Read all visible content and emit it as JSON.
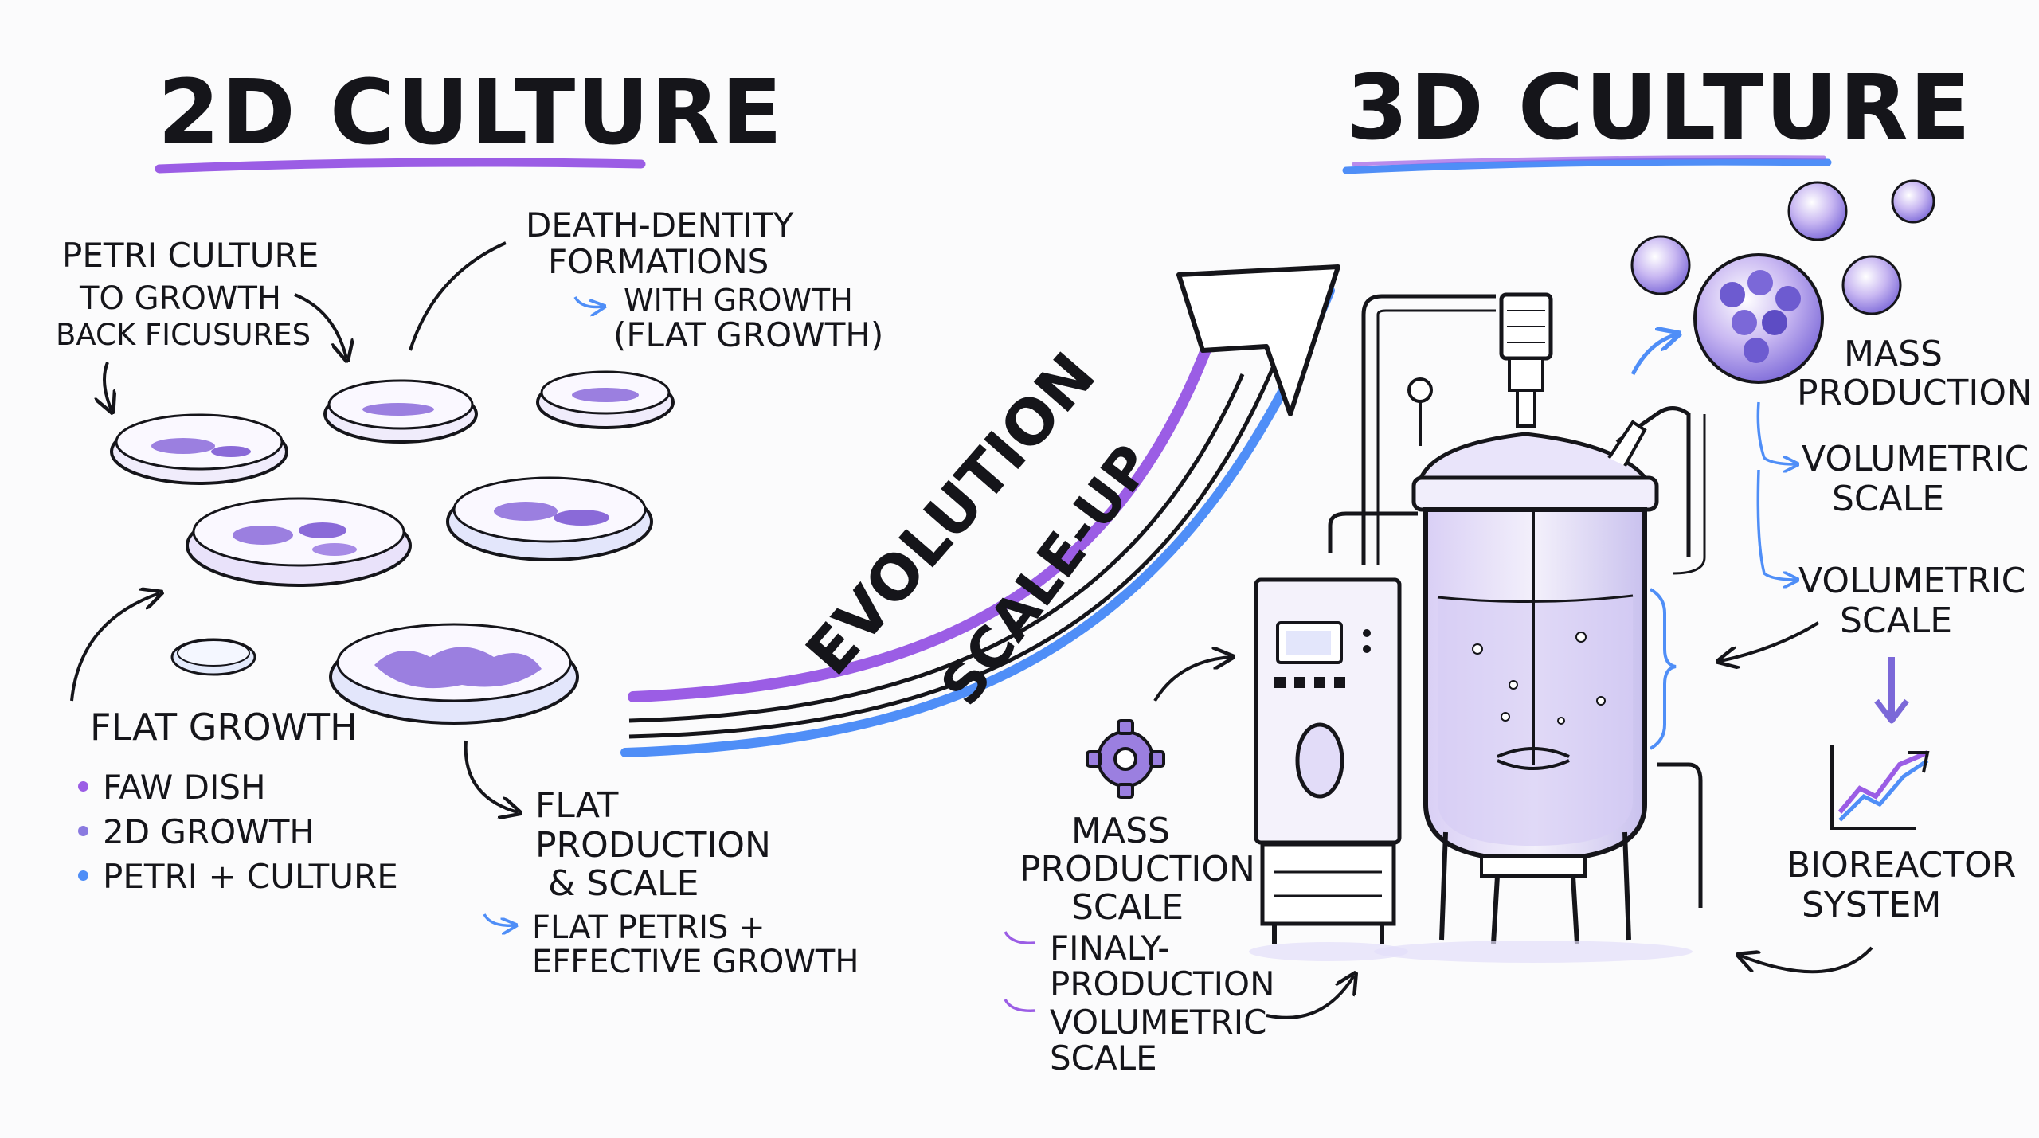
{
  "titles": {
    "left": "2D CULTURE",
    "right": "3D CULTURE"
  },
  "left_labels": {
    "petri": [
      "PETRI CULTURE",
      "TO GROWTH",
      "BACK FICUSURES"
    ],
    "death": [
      "DEATH-DENTITY",
      "FORMATIONS",
      "WITH GROWTH",
      "(FLAT GROWTH)"
    ],
    "flat_growth": {
      "title": "FLAT GROWTH",
      "items": [
        "FAW DISH",
        "2D GROWTH",
        "PETRI + CULTURE"
      ]
    },
    "flat_production": [
      "FLAT",
      "PRODUCTION",
      "& SCALE",
      "FLAT PETRIS +",
      "EFFECTIVE GROWTH"
    ]
  },
  "arrow_labels": {
    "top": "EVOLUTION",
    "bottom": "SCALE-UP"
  },
  "right_labels": {
    "mass_production": [
      "MASS",
      "PRODUCTION"
    ],
    "volumetric_1": [
      "VOLUMETRIC",
      "SCALE"
    ],
    "volumetric_2": [
      "VOLUMETRIC",
      "SCALE"
    ],
    "bioreactor": [
      "BIOREACTOR",
      "SYSTEM"
    ],
    "mass_production_scale": [
      "MASS",
      "PRODUCTION",
      "SCALE",
      "FINALY-",
      "PRODUCTION",
      "VOLUMETRIC",
      "SCALE"
    ]
  },
  "colors": {
    "ink": "#15151a",
    "purple": "#9b5de5",
    "violet": "#8a7ae0",
    "blue": "#4f8ef7",
    "lavender": "#c8b6f2"
  }
}
